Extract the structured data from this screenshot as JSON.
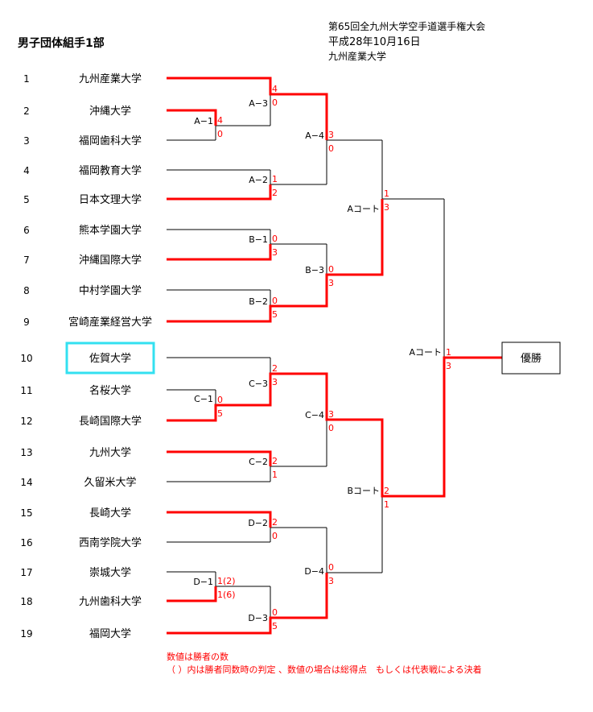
{
  "title": "男子団体組手1部",
  "header": {
    "event": "第65回全九州大学空手道選手権大会",
    "date": "平成28年10月16日",
    "venue": "九州産業大学"
  },
  "teams": [
    {
      "no": "1",
      "name": "九州産業大学"
    },
    {
      "no": "2",
      "name": "沖縄大学"
    },
    {
      "no": "3",
      "name": "福岡歯科大学"
    },
    {
      "no": "4",
      "name": "福岡教育大学"
    },
    {
      "no": "5",
      "name": "日本文理大学"
    },
    {
      "no": "6",
      "name": "熊本学園大学"
    },
    {
      "no": "7",
      "name": "沖縄国際大学"
    },
    {
      "no": "8",
      "name": "中村学園大学"
    },
    {
      "no": "9",
      "name": "宮崎産業経営大学"
    },
    {
      "no": "10",
      "name": "佐賀大学"
    },
    {
      "no": "11",
      "name": "名桜大学"
    },
    {
      "no": "12",
      "name": "長崎国際大学"
    },
    {
      "no": "13",
      "name": "九州大学"
    },
    {
      "no": "14",
      "name": "久留米大学"
    },
    {
      "no": "15",
      "name": "長崎大学"
    },
    {
      "no": "16",
      "name": "西南学院大学"
    },
    {
      "no": "17",
      "name": "崇城大学"
    },
    {
      "no": "18",
      "name": "九州歯科大学"
    },
    {
      "no": "19",
      "name": "福岡大学"
    }
  ],
  "matches": {
    "A1": {
      "label": "A−1",
      "top": "4",
      "bottom": "0"
    },
    "A2": {
      "label": "A−2",
      "top": "1",
      "bottom": "2"
    },
    "A3": {
      "label": "A−3",
      "top": "4",
      "bottom": "0"
    },
    "A4": {
      "label": "A−4",
      "top": "3",
      "bottom": "0"
    },
    "B1": {
      "label": "B−1",
      "top": "0",
      "bottom": "3"
    },
    "B2": {
      "label": "B−2",
      "top": "0",
      "bottom": "5"
    },
    "B3": {
      "label": "B−3",
      "top": "0",
      "bottom": "3"
    },
    "AC": {
      "label": "Aコート",
      "top": "1",
      "bottom": "3"
    },
    "C1": {
      "label": "C−1",
      "top": "0",
      "bottom": "5"
    },
    "C2": {
      "label": "C−2",
      "top": "2",
      "bottom": "1"
    },
    "C3": {
      "label": "C−3",
      "top": "2",
      "bottom": "3"
    },
    "C4": {
      "label": "C−4",
      "top": "3",
      "bottom": "0"
    },
    "D1": {
      "label": "D−1",
      "top": "1(2)",
      "bottom": "1(6)"
    },
    "D2": {
      "label": "D−2",
      "top": "2",
      "bottom": "0"
    },
    "D3": {
      "label": "D−3",
      "top": "0",
      "bottom": "5"
    },
    "D4": {
      "label": "D−4",
      "top": "0",
      "bottom": "3"
    },
    "BC": {
      "label": "Bコート",
      "top": "2",
      "bottom": "1"
    },
    "F": {
      "label": "Aコート",
      "top": "1",
      "bottom": "3"
    }
  },
  "champion_label": "優勝",
  "notes": [
    "数値は勝者の数",
    "（ ）内は勝者同数時の判定 、数値の場合は総得点　もしくは代表戦による決着"
  ],
  "colors": {
    "winner_line": "#ff0000",
    "highlight_box": "#33e0f0"
  }
}
